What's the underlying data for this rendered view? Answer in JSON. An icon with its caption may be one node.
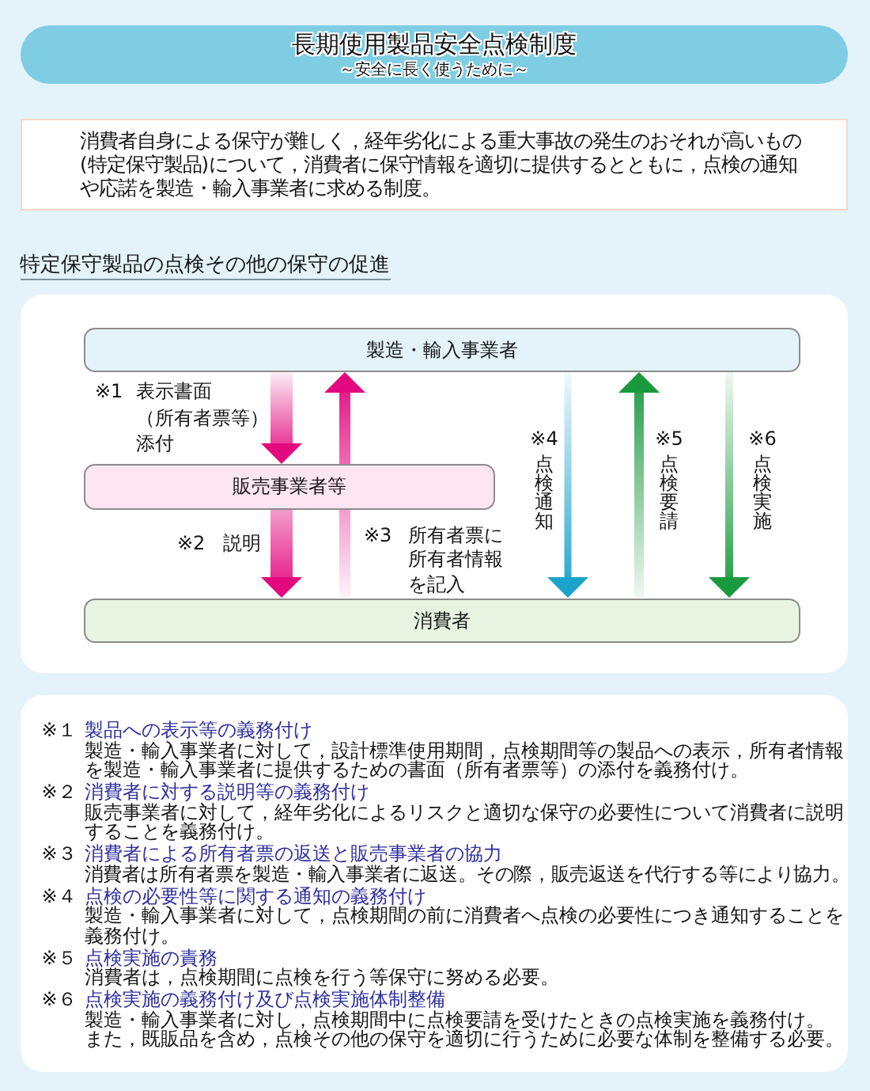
{
  "diagram": {
    "title": "長期使用製品安全点検制度",
    "nodes": [
      {
        "text": [
          "消費者自身による保守が難しく，経年劣化による重大事故の発生のおそれが高いもの(特定保守製品)について，消費者に保守情報を適切に提供するとともに，点検の通知や応諾を製造・輸入事業者に求める制度。"
        ]
      },
      {
        "text": [
          "製造・輸入事業者"
        ]
      },
      {
        "text": [
          "販売事業者等"
        ]
      },
      {
        "text": [
          "消費者"
        ]
      }
    ],
    "edges": [
      {
        "from": 1,
        "to": 2,
        "arrow": "to",
        "label": "※1 表示書面（所有者票等）添付",
        "style": "thick"
      },
      {
        "from": 2,
        "to": 1,
        "arrow": "to"
      },
      {
        "from": 2,
        "to": 3,
        "arrow": "to",
        "label": "※2 説明",
        "style": "thick"
      },
      {
        "from": 3,
        "to": 2,
        "arrow": "none",
        "label": "※3 所有者票に所有者情報を記入"
      },
      {
        "from": 1,
        "to": 3,
        "arrow": "to",
        "label": "※4 点検通知",
        "color": "#1ca3cc"
      },
      {
        "from": 3,
        "to": 1,
        "arrow": "to",
        "label": "※5 点検要請",
        "color": "#1a9a3e"
      },
      {
        "from": 1,
        "to": 3,
        "arrow": "to",
        "label": "※6 点検実施",
        "color": "#1a9a3e"
      }
    ],
    "labels": [
      "～安全に長く使うために～",
      "特定保守製品の点検その他の保守の促進",
      "※１",
      "製品への表示等の義務付け",
      "製造・輸入事業者に対して，設計標準使用期間，点検期間等の製品への表示，所有者情報を製造・輸入事業者に提供するための書面（所有者票等）の添付を義務付け。",
      "※２",
      "消費者に対する説明等の義務付け",
      "販売事業者に対して，経年劣化によるリスクと適切な保守の必要性について消費者に説明することを義務付け。",
      "※３",
      "消費者による所有者票の返送と販売事業者の協力",
      "消費者は所有者票を製造・輸入事業者に返送。その際，販売返送を代行する等により協力。",
      "※４",
      "点検の必要性等に関する通知の義務付け",
      "製造・輸入事業者に対して，点検期間の前に消費者へ点検の必要性につき通知することを義務付け。",
      "※５",
      "点検実施の責務",
      "消費者は，点検期間に点検を行う等保守に努める必要。",
      "※６",
      "点検実施の義務付け及び点検実施体制整備",
      "製造・輸入事業者に対し，点検期間中に点検要請を受けたときの点検実施を義務付け。",
      "また，既販品を含め，点検その他の保守を適切に行うために必要な体制を整備する必要。"
    ]
  }
}
